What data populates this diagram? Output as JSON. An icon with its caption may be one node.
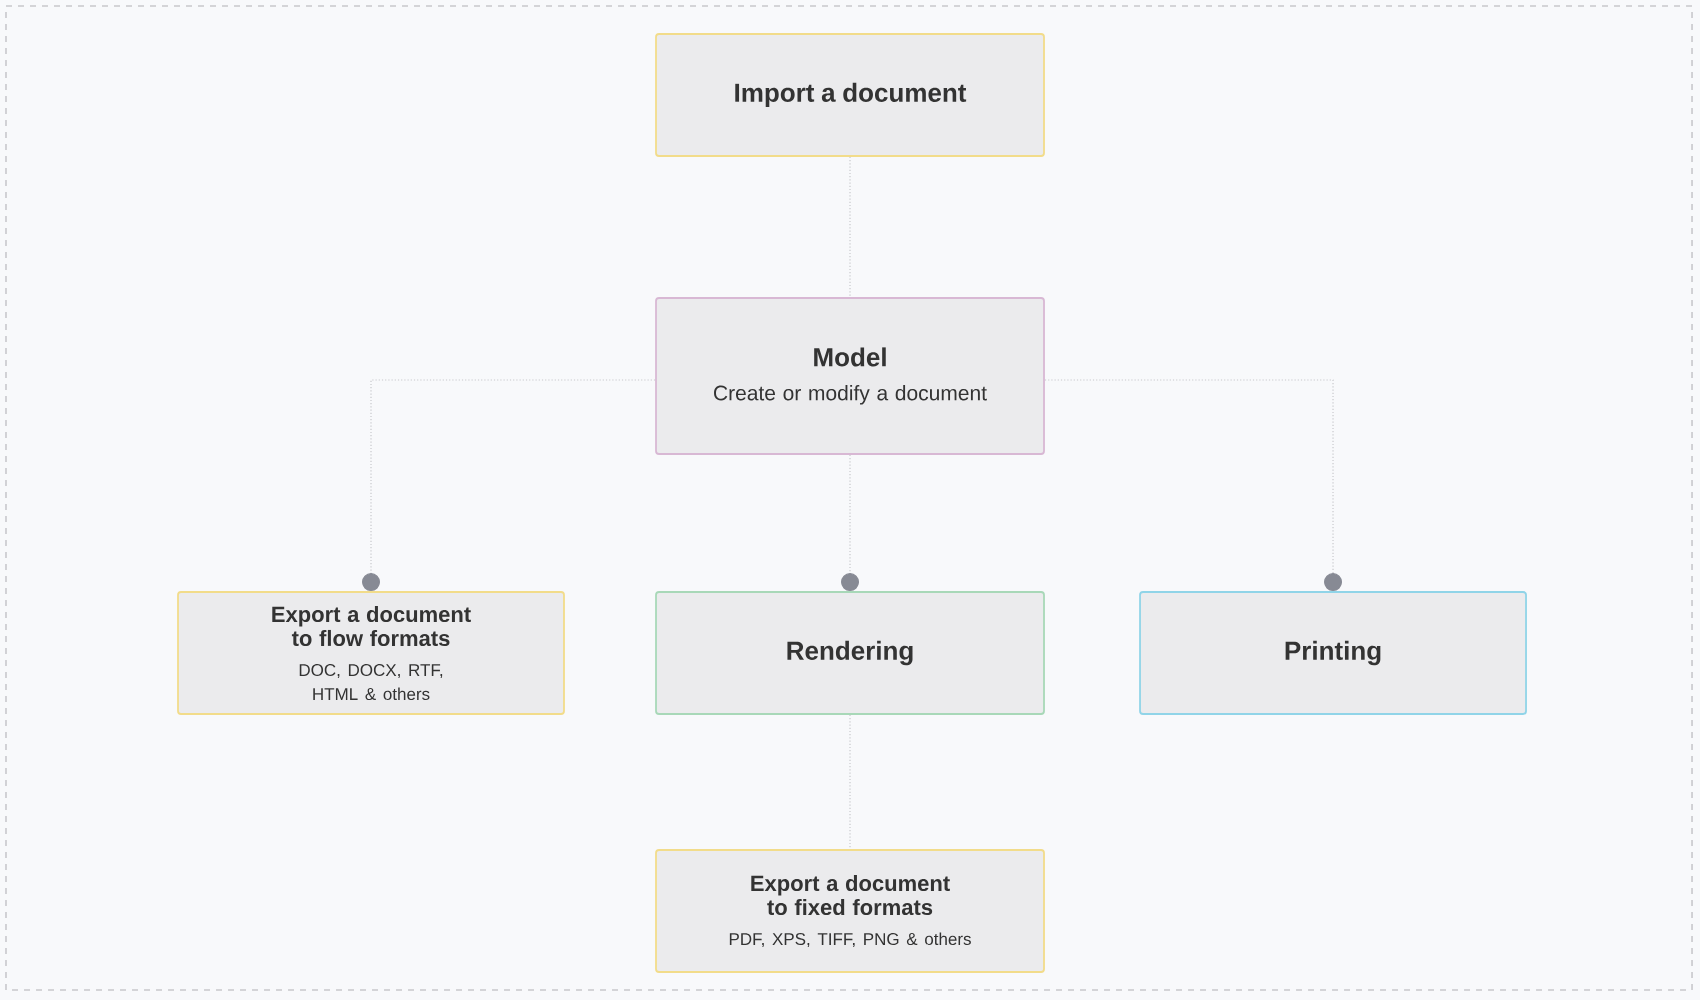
{
  "diagram": {
    "nodes": [
      {
        "text": [
          "Import a document"
        ]
      },
      {
        "text": [
          "Model",
          "Create or modify a document"
        ]
      },
      {
        "text": [
          "Export a document to flow formats",
          "DOC, DOCX, RTF, HTML & others"
        ]
      },
      {
        "text": [
          "Rendering"
        ]
      },
      {
        "text": [
          "Printing"
        ]
      },
      {
        "text": [
          "Export a document to fixed formats",
          "PDF, XPS, TIFF, PNG & others"
        ]
      }
    ],
    "edges": [
      {
        "from": 0,
        "to": 1,
        "arrow": "none"
      },
      {
        "from": 1,
        "to": 2,
        "arrow": "other"
      },
      {
        "from": 1,
        "to": 3,
        "arrow": "other"
      },
      {
        "from": 1,
        "to": 4,
        "arrow": "other"
      },
      {
        "from": 3,
        "to": 5,
        "arrow": "none"
      }
    ]
  }
}
